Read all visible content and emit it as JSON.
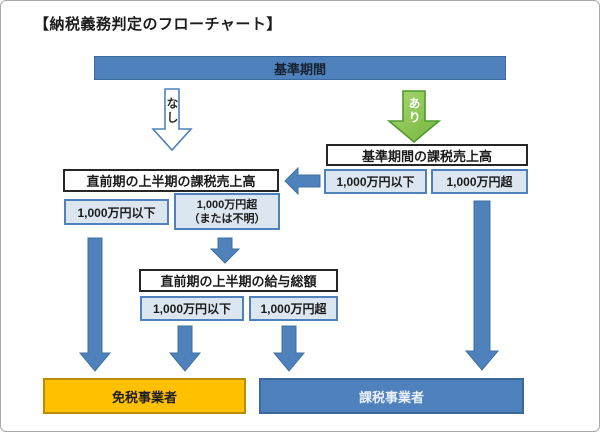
{
  "title": "【納税義務判定のフローチャート】",
  "flow": {
    "base_period": "基準期間",
    "branch_no": "なし",
    "branch_yes": "あり",
    "base_sales_header": "基準期間の課税売上高",
    "base_sales_under": "1,000万円以下",
    "base_sales_over": "1,000万円超",
    "prev_sales_header": "直前期の上半期の課税売上高",
    "prev_sales_under": "1,000万円以下",
    "prev_sales_over_line1": "1,000万円超",
    "prev_sales_over_line2": "（または不明）",
    "salary_header": "直前期の上半期の給与総額",
    "salary_under": "1,000万円以下",
    "salary_over": "1,000万円超",
    "result_exempt": "免税事業者",
    "result_taxable": "課税事業者"
  },
  "colors": {
    "bar_blue": "#4f81bd",
    "light_blue_fill": "#dce6f1",
    "arrow_blue": "#4f81bd",
    "arrow_green": "#8cc152",
    "result_gold": "#ffc000"
  }
}
